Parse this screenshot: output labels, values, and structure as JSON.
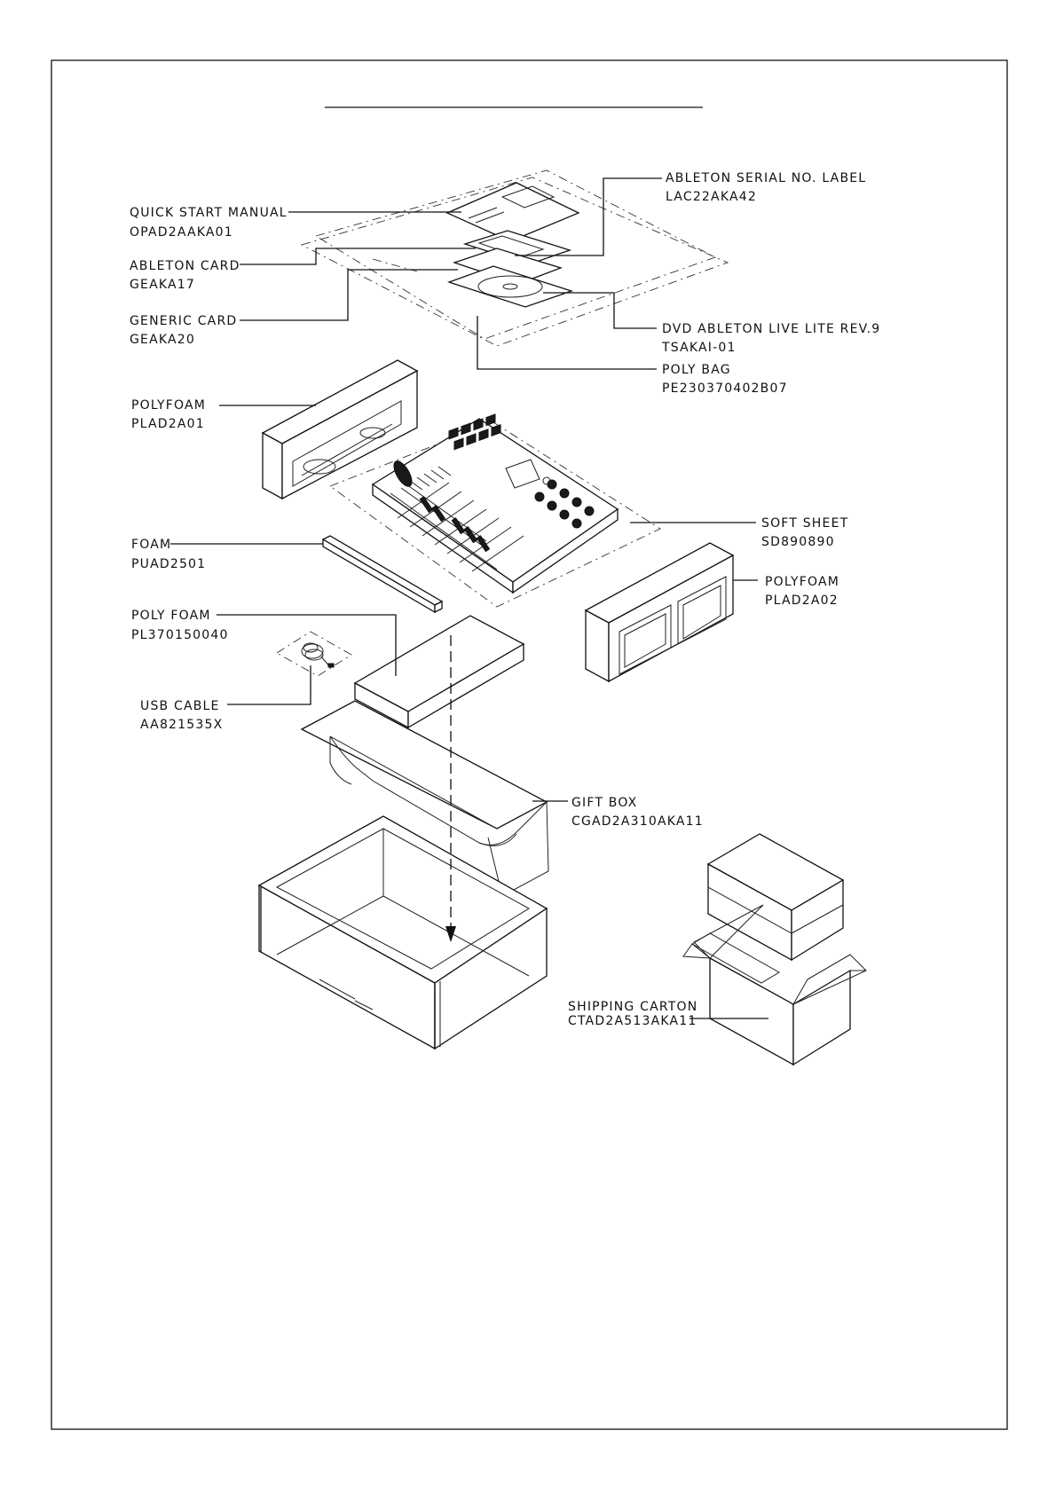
{
  "parts": {
    "ableton_serial_label": {
      "name": "ABLETON SERIAL NO. LABEL",
      "code": "LAC22AKA42"
    },
    "quick_start_manual": {
      "name": "QUICK START MANUAL",
      "code": "OPAD2AAKA01"
    },
    "ableton_card": {
      "name": "ABLETON CARD",
      "code": "GEAKA17"
    },
    "generic_card": {
      "name": "GENERIC CARD",
      "code": "GEAKA20"
    },
    "dvd": {
      "name": "DVD ABLETON LIVE LITE REV.9",
      "code": "TSAKAI-01"
    },
    "poly_bag": {
      "name": "POLY BAG",
      "code": "PE230370402B07"
    },
    "polyfoam_left": {
      "name": "POLYFOAM",
      "code": "PLAD2A01"
    },
    "soft_sheet": {
      "name": "SOFT SHEET",
      "code": "SD890890"
    },
    "foam": {
      "name": "FOAM",
      "code": "PUAD2501"
    },
    "polyfoam_right": {
      "name": "POLYFOAM",
      "code": "PLAD2A02"
    },
    "poly_foam": {
      "name": "POLY FOAM",
      "code": "PL370150040"
    },
    "usb_cable": {
      "name": "USB CABLE",
      "code": "AA821535X"
    },
    "gift_box": {
      "name": "GIFT BOX",
      "code": "CGAD2A310AKA11"
    },
    "shipping_carton": {
      "name": "SHIPPING CARTON",
      "code": "CTAD2A513AKA11"
    }
  },
  "style": {
    "line_color": "#111111",
    "background": "#ffffff"
  }
}
